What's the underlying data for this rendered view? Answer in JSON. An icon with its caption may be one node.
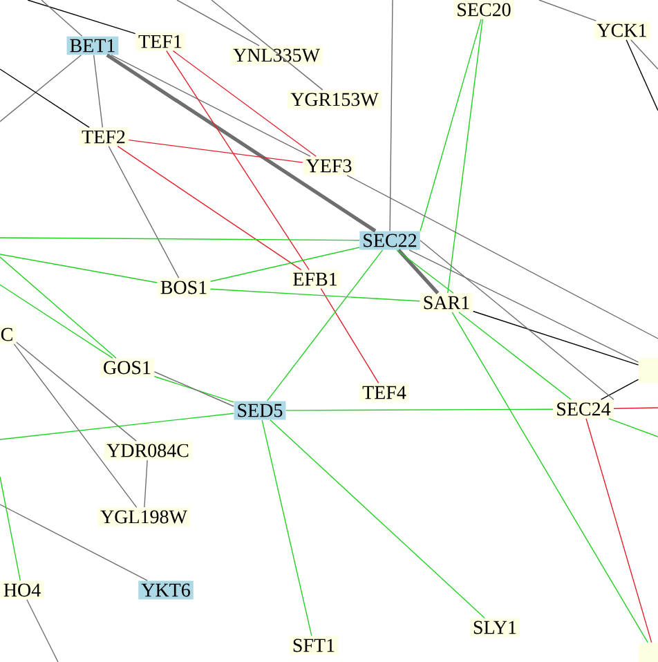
{
  "diagram": {
    "nodes": [
      {
        "text": [
          "BET1"
        ]
      },
      {
        "text": [
          "TEF1"
        ]
      },
      {
        "text": [
          "YNL335W"
        ]
      },
      {
        "text": [
          "SEC20"
        ]
      },
      {
        "text": [
          "YCK1"
        ]
      },
      {
        "text": [
          "YGR153W"
        ]
      },
      {
        "text": [
          "TEF2"
        ]
      },
      {
        "text": [
          "YEF3"
        ]
      },
      {
        "text": [
          "SEC22"
        ]
      },
      {
        "text": [
          "BOS1"
        ]
      },
      {
        "text": [
          "EFB1"
        ]
      },
      {
        "text": [
          "SAR1"
        ]
      },
      {
        "text": [
          "C"
        ]
      },
      {
        "text": [
          "GOS1"
        ]
      },
      {
        "text": [
          "TEF4"
        ]
      },
      {
        "text": [
          "SED5"
        ]
      },
      {
        "text": [
          "SEC24"
        ]
      },
      {
        "text": [
          "YDR084C"
        ]
      },
      {
        "text": [
          "YGL198W"
        ]
      },
      {
        "text": [
          "HO4"
        ]
      },
      {
        "text": [
          "YKT6"
        ]
      },
      {
        "text": [
          "SFT1"
        ]
      },
      {
        "text": [
          "SLY1"
        ]
      },
      {
        "text": [],
        "shape": "box"
      },
      {
        "text": [],
        "shape": "box"
      }
    ],
    "edges": [
      {
        "from": null,
        "to": 1,
        "arrow": "none",
        "color": "#000000"
      },
      {
        "from": null,
        "to": 0,
        "arrow": "none"
      },
      {
        "from": 0,
        "to": null,
        "arrow": "none"
      },
      {
        "from": null,
        "to": 6,
        "arrow": "none",
        "color": "#000000"
      },
      {
        "from": 0,
        "to": 6,
        "arrow": "none"
      },
      {
        "from": 0,
        "to": 7,
        "arrow": "none"
      },
      {
        "from": 0,
        "to": 8,
        "arrow": "none",
        "style": "thick"
      },
      {
        "from": 1,
        "to": 7,
        "arrow": "none",
        "color": "#e0202a"
      },
      {
        "from": 1,
        "to": 10,
        "arrow": "none",
        "color": "#e0202a"
      },
      {
        "from": 6,
        "to": 7,
        "arrow": "none",
        "color": "#e0202a"
      },
      {
        "from": 6,
        "to": 10,
        "arrow": "none",
        "color": "#e0202a"
      },
      {
        "from": 10,
        "to": 14,
        "arrow": "none",
        "color": "#e0202a"
      },
      {
        "from": 6,
        "to": 9,
        "arrow": "none"
      },
      {
        "from": null,
        "to": 2,
        "arrow": "none"
      },
      {
        "from": null,
        "to": 5,
        "arrow": "none"
      },
      {
        "from": null,
        "to": 8,
        "arrow": "none"
      },
      {
        "from": 3,
        "to": 8,
        "arrow": "none",
        "color": "#22d022"
      },
      {
        "from": 3,
        "to": 11,
        "arrow": "none",
        "color": "#22d022"
      },
      {
        "from": null,
        "to": 4,
        "arrow": "none"
      },
      {
        "from": 4,
        "to": null,
        "arrow": "none"
      },
      {
        "from": 4,
        "to": null,
        "arrow": "none",
        "color": "#000000"
      },
      {
        "from": 7,
        "to": null,
        "arrow": "none"
      },
      {
        "from": 8,
        "to": 23,
        "arrow": "none"
      },
      {
        "from": 11,
        "to": 23,
        "arrow": "none",
        "color": "#000000"
      },
      {
        "from": 16,
        "to": 23,
        "arrow": "none",
        "color": "#000000"
      },
      {
        "from": 16,
        "to": null,
        "arrow": "none",
        "color": "#e0202a"
      },
      {
        "from": 16,
        "to": null,
        "arrow": "none",
        "color": "#22d022"
      },
      {
        "from": 16,
        "to": 24,
        "arrow": "none",
        "color": "#e0202a"
      },
      {
        "from": 11,
        "to": 24,
        "arrow": "none",
        "color": "#22d022"
      },
      {
        "from": 11,
        "to": 16,
        "arrow": "none",
        "color": "#22d022"
      },
      {
        "from": 8,
        "to": 16,
        "arrow": "none"
      },
      {
        "from": null,
        "to": 8,
        "arrow": "none",
        "color": "#22d022"
      },
      {
        "from": 9,
        "to": 8,
        "arrow": "none",
        "color": "#22d022"
      },
      {
        "from": 9,
        "to": 11,
        "arrow": "none",
        "color": "#22d022"
      },
      {
        "from": null,
        "to": 9,
        "arrow": "none",
        "color": "#22d022"
      },
      {
        "from": null,
        "to": 13,
        "arrow": "none",
        "color": "#22d022"
      },
      {
        "from": null,
        "to": 13,
        "arrow": "none",
        "color": "#22d022"
      },
      {
        "from": 12,
        "to": 17,
        "arrow": "none"
      },
      {
        "from": 12,
        "to": 18,
        "arrow": "none"
      },
      {
        "from": 13,
        "to": 15,
        "arrow": "none",
        "color": "#22d022"
      },
      {
        "from": 13,
        "to": 15,
        "arrow": "none"
      },
      {
        "from": 15,
        "to": 8,
        "arrow": "none",
        "color": "#22d022"
      },
      {
        "from": 15,
        "to": 16,
        "arrow": "none",
        "color": "#22d022"
      },
      {
        "from": 15,
        "to": 21,
        "arrow": "none",
        "color": "#22d022"
      },
      {
        "from": 15,
        "to": 22,
        "arrow": "none",
        "color": "#22d022"
      },
      {
        "from": 15,
        "to": null,
        "arrow": "none",
        "color": "#22d022"
      },
      {
        "from": 17,
        "to": 18,
        "arrow": "none"
      },
      {
        "from": null,
        "to": 20,
        "arrow": "none"
      },
      {
        "from": null,
        "to": 19,
        "arrow": "none",
        "color": "#22d022"
      },
      {
        "from": 19,
        "to": null,
        "arrow": "none"
      },
      {
        "from": 8,
        "to": 11,
        "arrow": "none",
        "style": "thick"
      },
      {
        "from": 8,
        "to": 11,
        "arrow": "none",
        "color": "#22d022"
      }
    ]
  }
}
